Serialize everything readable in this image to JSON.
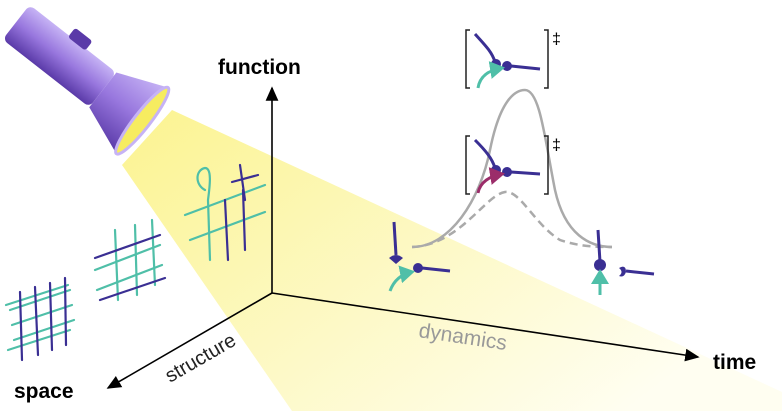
{
  "axes": {
    "function_label": "function",
    "space_label": "space",
    "time_label": "time",
    "structure_label": "structure",
    "dynamics_label": "dynamics"
  },
  "transition_states": [
    {
      "marker": "‡"
    },
    {
      "marker": "‡"
    }
  ],
  "colors": {
    "beam": "#fbf6a0",
    "flashlight": "#9b7fe0",
    "molecule": "#3a2f93",
    "teal": "#4fbfa8",
    "magenta": "#9b2d6a",
    "curve": "#aaaaaa"
  }
}
